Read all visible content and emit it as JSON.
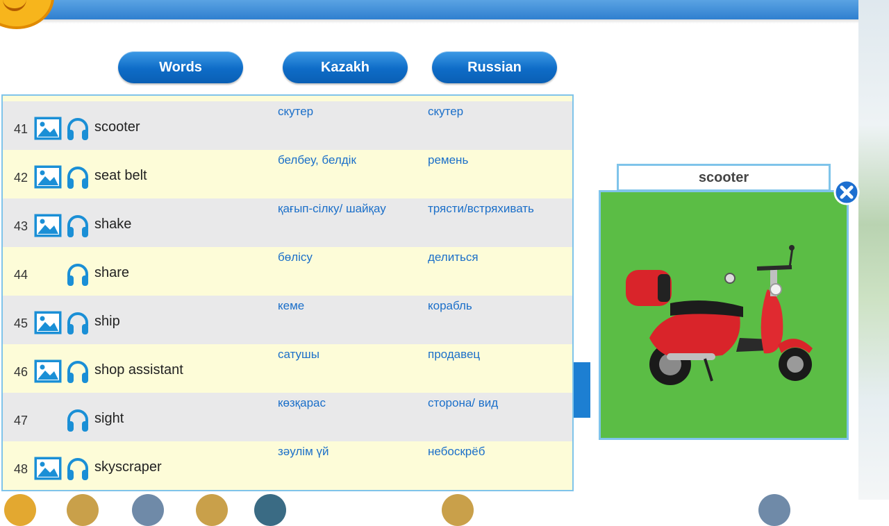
{
  "header": {
    "words_label": "Words",
    "kazakh_label": "Kazakh",
    "russian_label": "Russian"
  },
  "rows": [
    {
      "num": "41",
      "has_image": true,
      "word": "scooter",
      "kazakh": "скутер",
      "russian": "скутер"
    },
    {
      "num": "42",
      "has_image": true,
      "word": "seat belt",
      "kazakh": "белбеу, белдік",
      "russian": "ремень"
    },
    {
      "num": "43",
      "has_image": true,
      "word": "shake",
      "kazakh": "қағып-сілку/ шайқау",
      "russian": "трясти/встряхивать"
    },
    {
      "num": "44",
      "has_image": false,
      "word": "share",
      "kazakh": "бөлісу",
      "russian": "делиться"
    },
    {
      "num": "45",
      "has_image": true,
      "word": "ship",
      "kazakh": "кеме",
      "russian": "корабль"
    },
    {
      "num": "46",
      "has_image": true,
      "word": "shop assistant",
      "kazakh": "сатушы",
      "russian": "продавец"
    },
    {
      "num": "47",
      "has_image": false,
      "word": "sight",
      "kazakh": "көзқарас",
      "russian": "сторона/ вид"
    },
    {
      "num": "48",
      "has_image": true,
      "word": "skyscraper",
      "kazakh": "зәулім үй",
      "russian": "небоскрёб"
    }
  ],
  "popup": {
    "title": "scooter",
    "image_icon": "red-scooter-image",
    "close_icon": "close-icon"
  },
  "colors": {
    "accent_blue": "#1b6fc9",
    "pill_blue": "#0e6cc7",
    "row_grey": "#e9e9ea",
    "row_yellow": "#fdfcd8",
    "popup_green": "#5bbd45",
    "scooter_red": "#d9242a"
  }
}
